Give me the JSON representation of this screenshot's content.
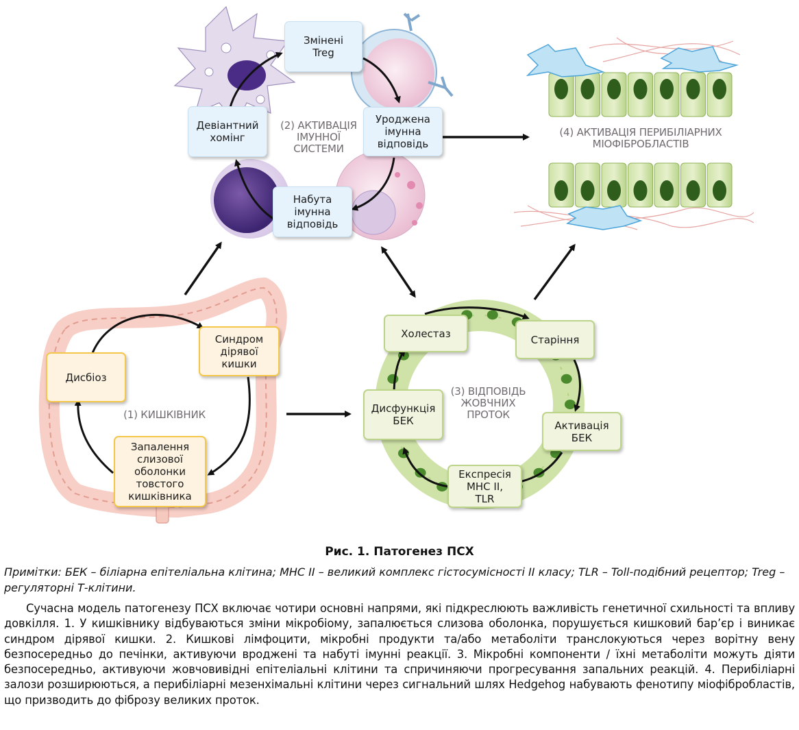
{
  "figure": {
    "section_labels": {
      "immune": "(2) АКТИВАЦІЯ\nІМУННОЇ\nСИСТЕМИ",
      "myofibroblasts": "(4) АКТИВАЦІЯ ПЕРИБІЛІАРНИХ\nМІОФІБРОБЛАСТІВ",
      "intestine": "(1) КИШКІВНИК",
      "bile_ducts": "(3) ВІДПОВІДЬ\nЖОВЧНИХ\nПРОТОК"
    },
    "immune_cycle": [
      "Змінені\nTreg",
      "Уроджена\nімунна\nвідповідь",
      "Набута\nімунна\nвідповідь",
      "Девіантний\nхомінг"
    ],
    "intestine_cycle": [
      "Дисбіоз",
      "Синдром\nдірявої\nкишки",
      "Запалення\nслизової\nоболонки\nтовстого\nкишківника"
    ],
    "bile_duct_cycle": [
      "Холестаз",
      "Старіння",
      "Активація\nБЕК",
      "Експресія\nMHC II,\nTLR",
      "Дисфункція\nБЕК"
    ],
    "colors": {
      "immune_box": "#e6f3fc",
      "intestine_box": "#fdf3e0",
      "intestine_border": "#f4c64a",
      "bile_box": "#f1f5df",
      "bile_border": "#bcd38a",
      "section_label": "#6f6a6e"
    }
  },
  "caption": {
    "title": "Рис. 1. Патогенез ПСХ",
    "notes": "Примітки: БЕК – біліарна епітеліальна клітина; MHC II – великий комплекс гістосумісності II класу; TLR – Toll-подібний рецептор; Treg – регуляторні Т-клітини."
  },
  "body_text": "Сучасна модель патогенезу ПСХ включає чотири основні напрями, які підкреслюють важливість генетичної схильності та впливу довкілля. 1. У кишківнику відбуваються зміни мікробіому, запалюється слизова оболонка, порушується кишковий бар’єр і виникає синдром дірявої кишки. 2. Кишкові лімфоцити, мікробні продукти та/або метаболіти транслокуються через ворітну вену безпосередньо до печінки, активуючи вроджені та набуті імунні реакції. 3. Мікробні компоненти / їхні метаболіти можуть діяти безпосередньо, активуючи жовчовивідні епітеліальні клітини та спричиняючи прогресування запальних реакцій. 4. Перибіліарні залози розширюються, а перибіліарні мезенхімальні клітини через сигнальний шлях Hedgehog набувають фенотипу міофібробластів, що призводить до фіброзу великих проток."
}
